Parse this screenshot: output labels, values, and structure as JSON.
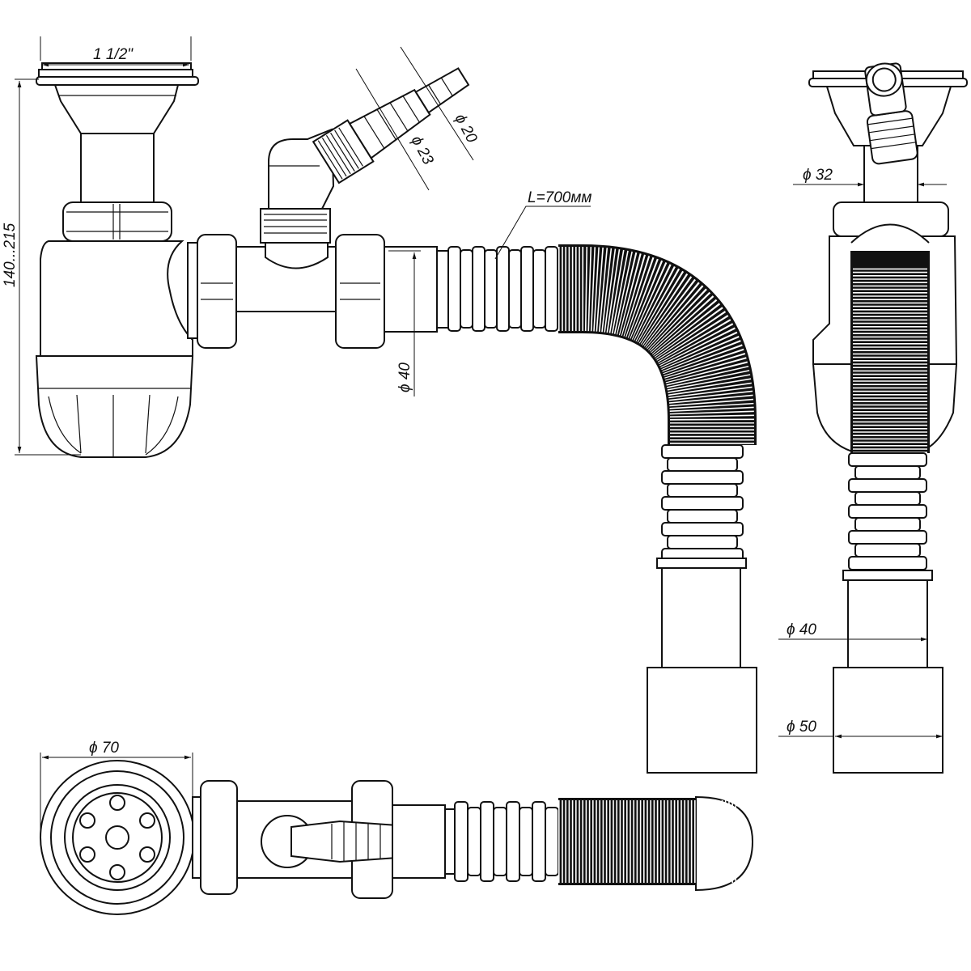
{
  "dimensions": {
    "inlet_thread": "1 1/2\"",
    "height_range": "140...215",
    "hose_d20": "ϕ 20",
    "hose_d23": "ϕ 23",
    "hose_length": "L=700мм",
    "side_pipe_d40": "ϕ 40",
    "side_view_d32": "ϕ 32",
    "outlet_d40": "ϕ 40",
    "outlet_d50": "ϕ 50",
    "grate_d70": "ϕ 70"
  }
}
